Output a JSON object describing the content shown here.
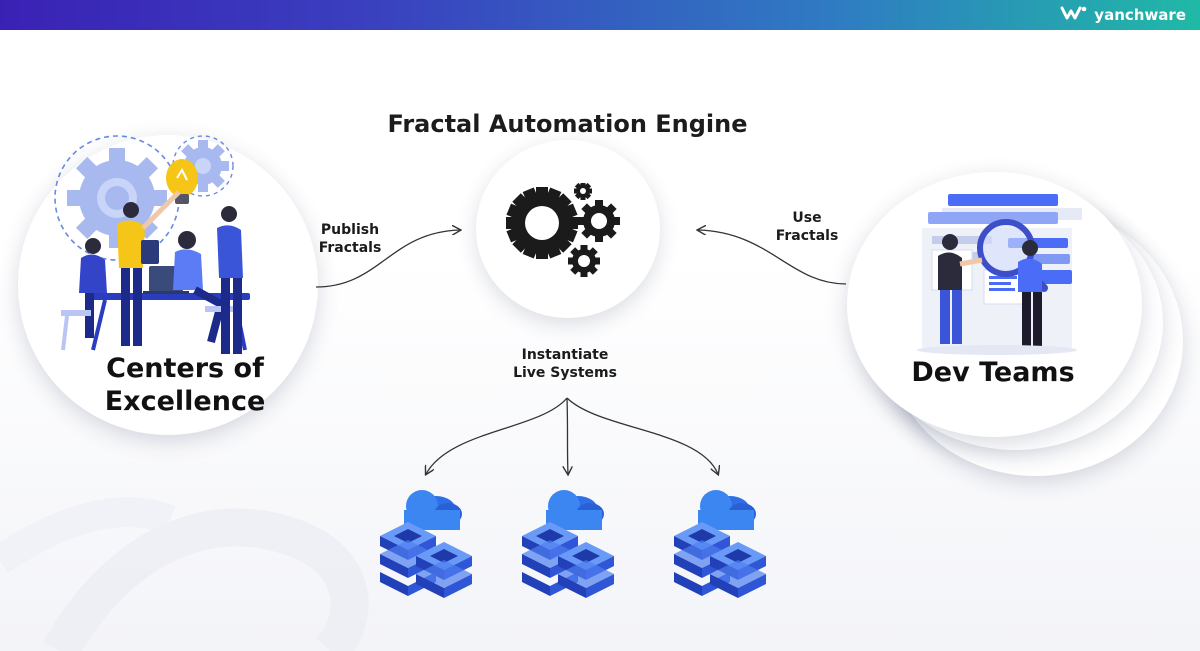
{
  "header": {
    "brand_name": "yanchware",
    "brand_icon": "yanchware-logo-icon"
  },
  "diagram": {
    "title": "Fractal Automation Engine",
    "source_node": {
      "label_line1": "Centers of",
      "label_line2": "Excellence",
      "illustration": "team-meeting-illustration"
    },
    "engine_node": {
      "illustration": "gears-icon"
    },
    "consumer_node": {
      "label": "Dev Teams",
      "illustration": "dev-team-illustration"
    },
    "edges": {
      "publish": {
        "line1": "Publish",
        "line2": "Fractals"
      },
      "use": {
        "line1": "Use",
        "line2": "Fractals"
      },
      "instantiate": {
        "line1": "Instantiate",
        "line2": "Live Systems"
      }
    },
    "targets": [
      {
        "icon": "cloud-server-stack-icon"
      },
      {
        "icon": "cloud-server-stack-icon"
      },
      {
        "icon": "cloud-server-stack-icon"
      }
    ]
  },
  "colors": {
    "brand_gradient_start": "#3a21b5",
    "brand_gradient_end": "#20b9a6",
    "accent_blue": "#4a6cf7",
    "accent_yellow": "#f5c518",
    "gear_dark": "#1b1b1b"
  }
}
